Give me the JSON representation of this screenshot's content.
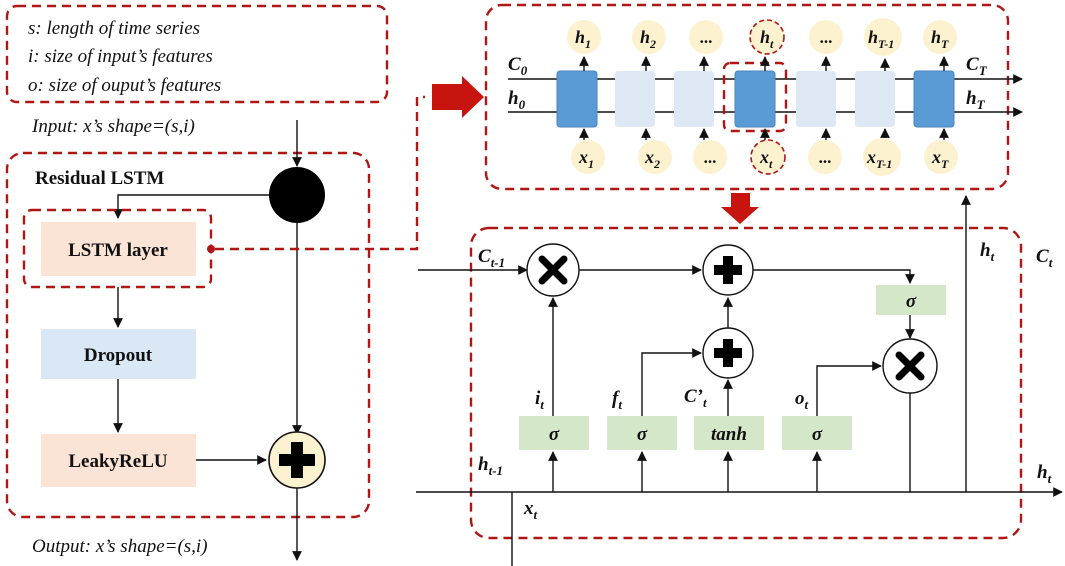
{
  "legend": {
    "line1": "s: length of time series",
    "line2": "i: size of input’s features",
    "line3": "o: size of ouput’s features"
  },
  "input_label": "Input: x’s shape=(s,i)",
  "output_label": "Output: x’s shape=(s,i)",
  "residual": {
    "title": "Residual LSTM",
    "lstm_layer": "LSTM layer",
    "dropout": "Dropout",
    "activation": "LeakyReLU"
  },
  "unrolled": {
    "hidden_top": [
      {
        "base": "h",
        "sub": "1"
      },
      {
        "base": "h",
        "sub": "2"
      },
      {
        "base": "...",
        "sub": ""
      },
      {
        "base": "h",
        "sub": "t"
      },
      {
        "base": "...",
        "sub": ""
      },
      {
        "base": "h",
        "sub": "T-1"
      },
      {
        "base": "h",
        "sub": "T"
      }
    ],
    "inputs_bottom": [
      {
        "base": "x",
        "sub": "1"
      },
      {
        "base": "x",
        "sub": "2"
      },
      {
        "base": "...",
        "sub": ""
      },
      {
        "base": "x",
        "sub": "t"
      },
      {
        "base": "...",
        "sub": ""
      },
      {
        "base": "x",
        "sub": "T-1"
      },
      {
        "base": "x",
        "sub": "T"
      }
    ],
    "c0": {
      "base": "C",
      "sub": "0"
    },
    "h0": {
      "base": "h",
      "sub": "0"
    },
    "cT": {
      "base": "C",
      "sub": "T"
    },
    "hT": {
      "base": "h",
      "sub": "T"
    }
  },
  "cell": {
    "c_prev": {
      "base": "C",
      "sub": "t-1"
    },
    "h_prev": {
      "base": "h",
      "sub": "t-1"
    },
    "x_t": {
      "base": "x",
      "sub": "t"
    },
    "i_t": {
      "base": "i",
      "sub": "t"
    },
    "f_t": {
      "base": "f",
      "sub": "t"
    },
    "c_cand": {
      "base": "C’",
      "sub": "t"
    },
    "o_t": {
      "base": "o",
      "sub": "t"
    },
    "h_t_out": {
      "base": "h",
      "sub": "t"
    },
    "h_t_up": {
      "base": "h",
      "sub": "t"
    },
    "c_t": {
      "base": "C",
      "sub": "t"
    },
    "sigma": "σ",
    "tanh": "tanh"
  },
  "colors": {
    "dash_red": "#b01616",
    "arrow_red": "#c8140f",
    "lstm_peach": "#fbe3d6",
    "dropout_blue": "#dae8f5",
    "gate_green": "#d4e8c9",
    "cell_dark": "#5b9bd5",
    "cell_light": "#dde8f4",
    "circle_cream": "#fdf2d0",
    "node_black": "#000000"
  }
}
